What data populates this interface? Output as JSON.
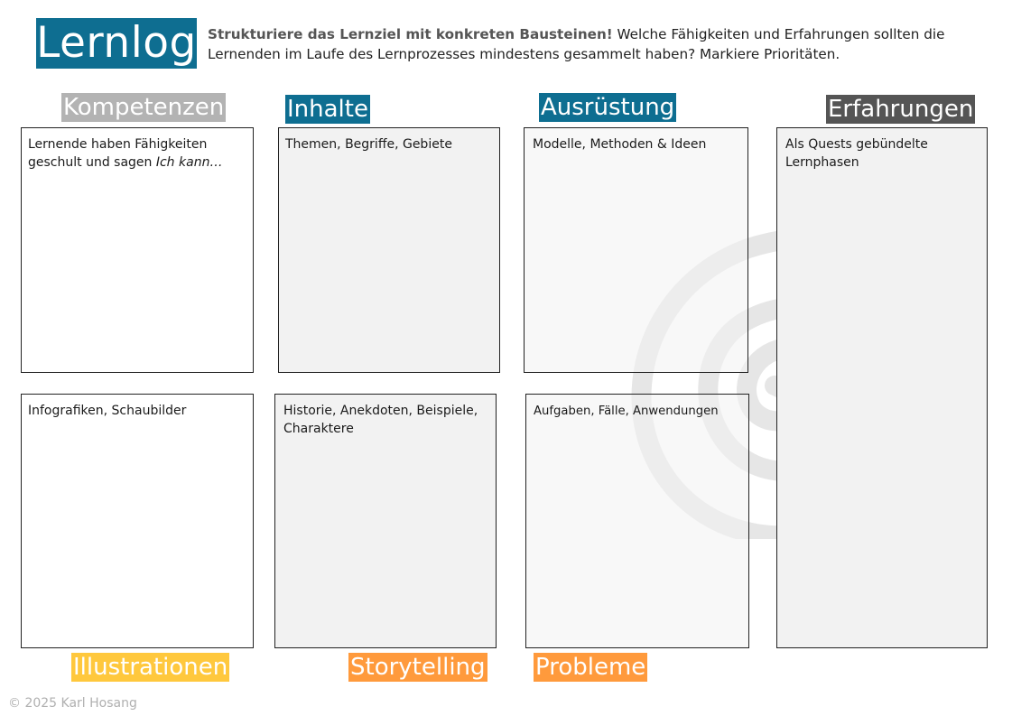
{
  "header": {
    "logo": "Lernlog",
    "intro_bold": "Strukturiere das Lernziel mit konkreten Bausteinen!",
    "intro_text": "Welche Fähigkeiten und Erfahrungen sollten die Lernenden im Laufe des Lernprozesses mindestens gesammelt haben? Markiere Prioritäten."
  },
  "headings": {
    "kompetenzen": "Kompetenzen",
    "inhalte": "Inhalte",
    "ausruestung": "Ausrüstung",
    "erfahrungen": "Erfahrungen",
    "illustrationen": "Illustrationen",
    "storytelling": "Storytelling",
    "probleme": "Probleme"
  },
  "boxes": {
    "kompetenzen_text": "Lernende haben Fähigkeiten geschult und sagen",
    "kompetenzen_italic": "Ich kann…",
    "inhalte_text": "Themen, Begriffe, Gebiete",
    "ausruestung_text": "Modelle, Methoden & Ideen",
    "erfahrungen_text": "Als Quests gebündelte Lernphasen",
    "illustrationen_text": "Infografiken, Schaubilder",
    "storytelling_text": "Historie, Anekdoten, Beispiele, Charaktere",
    "probleme_text": "Aufgaben, Fälle, Anwendungen"
  },
  "footer": {
    "copyright": "© 2025 Karl Hosang"
  },
  "colors": {
    "teal": "#0e6e91",
    "gray_light": "#b3b3b3",
    "gray_dark": "#555555",
    "yellow": "#ffc83d",
    "orange": "#ff9a3c",
    "box_fill": "#f2f2f2"
  }
}
